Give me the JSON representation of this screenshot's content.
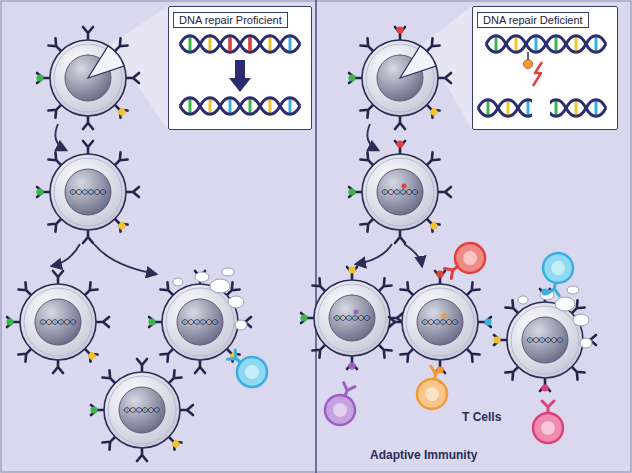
{
  "diagram": {
    "nodes": [
      {
        "text": [
          "DNA repair Proficient"
        ]
      },
      {
        "text": [
          "DNA repair Deficient"
        ]
      }
    ],
    "labels": [
      "T Cells",
      "Adaptive Immunity"
    ]
  }
}
